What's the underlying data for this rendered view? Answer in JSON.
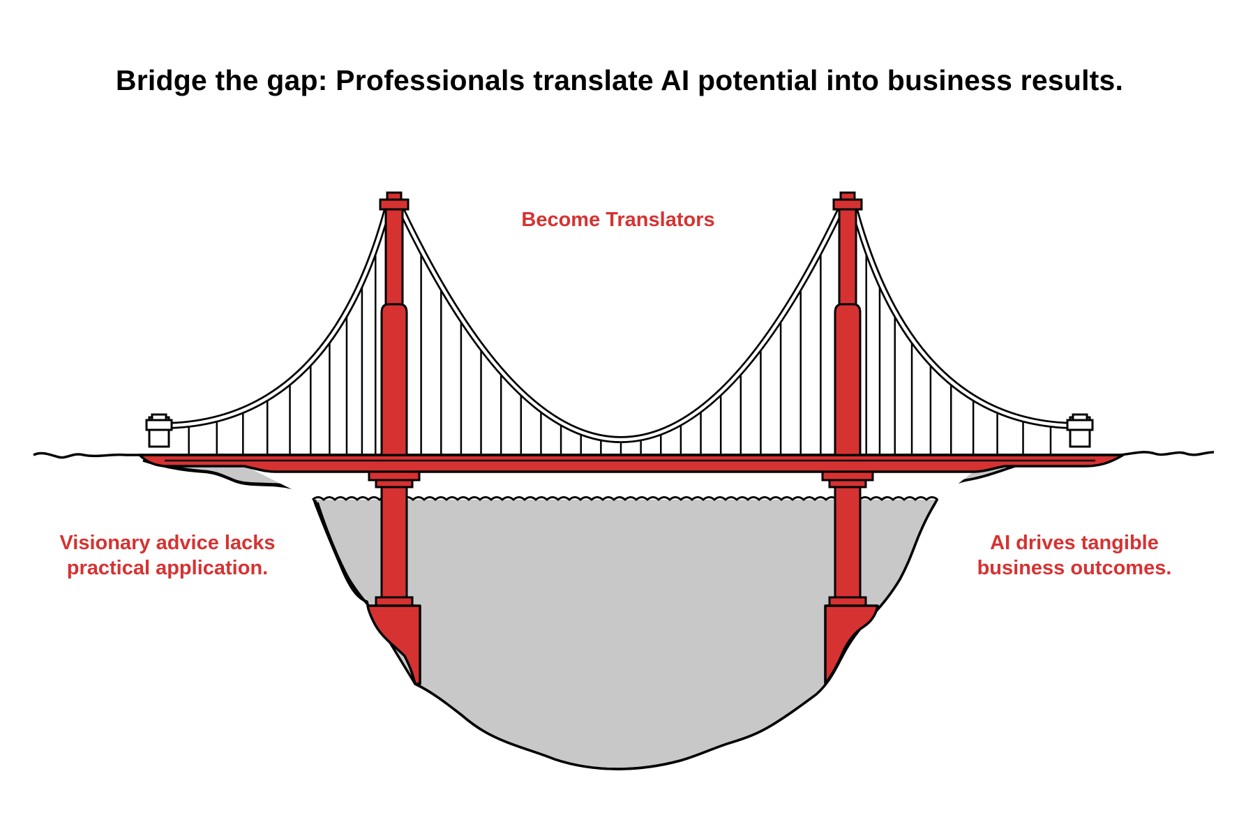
{
  "title": "Bridge the gap: Professionals translate AI potential into business results.",
  "labels": {
    "top": "Become Translators",
    "left_line1": "Visionary advice lacks",
    "left_line2": "practical application.",
    "right_line1": "AI drives tangible",
    "right_line2": "business outcomes."
  },
  "colors": {
    "accent": "#d63232",
    "water": "#c8c8c8",
    "outline": "#000000",
    "background": "#ffffff"
  }
}
